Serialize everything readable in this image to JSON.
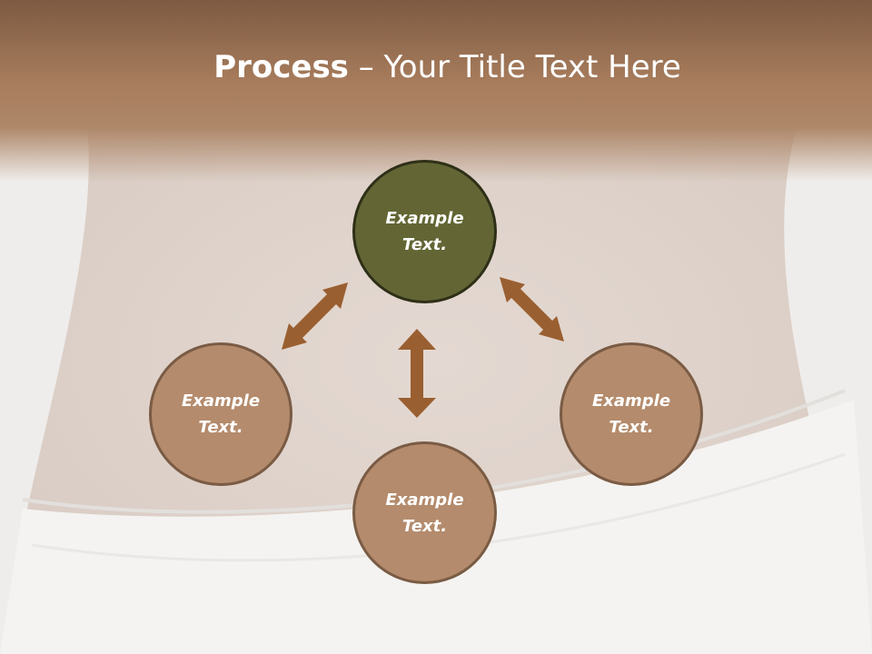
{
  "title": {
    "bold": "Process",
    "rest": " – Your Title Text Here"
  },
  "nodes": [
    {
      "id": "top",
      "label": "Example Text.",
      "fill": "#636634",
      "border": "#2e2f17"
    },
    {
      "id": "left",
      "label": "Example Text.",
      "fill": "#b48b6c",
      "border": "#7a5b44"
    },
    {
      "id": "bottom",
      "label": "Example Text.",
      "fill": "#b48b6c",
      "border": "#7a5b44"
    },
    {
      "id": "right",
      "label": "Example Text.",
      "fill": "#b48b6c",
      "border": "#7a5b44"
    }
  ],
  "colors": {
    "header": "#a87d5d",
    "arrow": "#9a5f30"
  }
}
